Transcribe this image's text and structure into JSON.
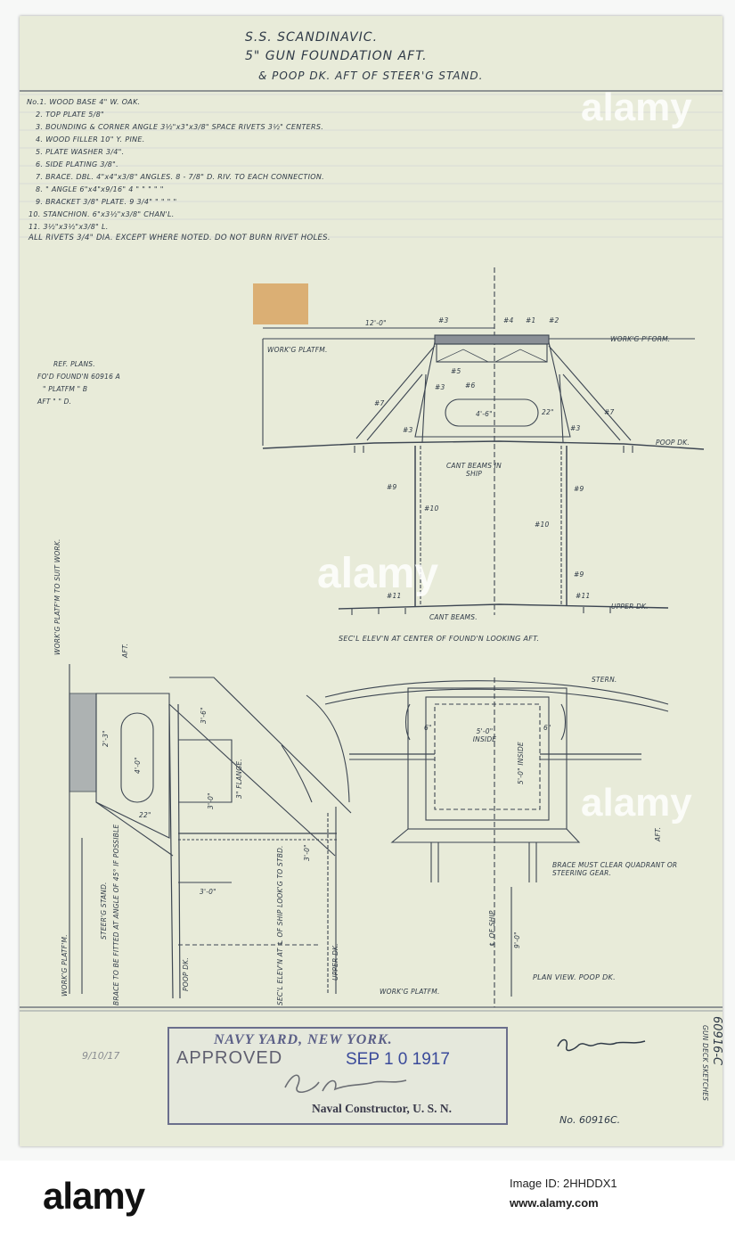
{
  "title": {
    "line1": "S.S. SCANDINAVIC.",
    "line2": "5\" GUN FOUNDATION AFT.",
    "line3": "& POOP DK. AFT OF STEER'G STAND."
  },
  "notes": [
    "No.1. WOOD BASE 4\" W. OAK.",
    "2. TOP PLATE 5/8\"",
    "3. BOUNDING & CORNER ANGLE 3½\"x3\"x3/8\" SPACE RIVETS 3½\" CENTERS.",
    "4. WOOD FILLER 10\" Y. PINE.",
    "5. PLATE WASHER 3/4\".",
    "6. SIDE PLATING 3/8\".",
    "7. BRACE. DBL. 4\"x4\"x3/8\" ANGLES. 8 - 7/8\" D. RIV. TO EACH CONNECTION.",
    "8. \" ANGLE 6\"x4\"x9/16\"      4   \"   \"   \"   \"   \"",
    "9. BRACKET 3/8\" PLATE.      9   3/4\"   \"   \"   \"   \"",
    "10. STANCHION. 6\"x3½\"x3/8\" CHAN'L.",
    "11. 3½\"x3½\"x3/8\" L."
  ],
  "rivet_note": "ALL RIVETS 3/4\" DIA. EXCEPT WHERE NOTED. DO NOT BURN RIVET HOLES.",
  "ref_plans": {
    "heading": "REF. PLANS.",
    "line1": "FO'D FOUND'N 60916 A",
    "line2": "\"  PLATFM  \"  B",
    "line3": "AFT  \"  \"  D."
  },
  "section_view": {
    "dim_width": "12'-0\"",
    "work_platform_left": "WORK'G PLATFM.",
    "work_platform_right": "WORK'G P'FORM.",
    "poop_deck": "POOP DK.",
    "opening": "4'-6\"",
    "depth": "22\"",
    "cant_beams_ship": "CANT BEAMS IN SHIP",
    "upper_deck": "UPPER DK.",
    "cant_beams": "CANT BEAMS.",
    "caption": "SEC'L ELEV'N AT CENTER OF FOUND'N LOOKING AFT.",
    "marks": {
      "m1": "#1",
      "m2": "#2",
      "m3": "#3",
      "m4": "#4",
      "m5": "#5",
      "m6": "#6",
      "m7": "#7",
      "m9": "#9",
      "m10": "#10",
      "m11": "#11"
    }
  },
  "side_view": {
    "platform_note": "WORK'G PLATF'M TO SUIT WORK.",
    "aft": "AFT.",
    "dim_3_6": "3'-6\"",
    "dim_2_3": "2'-3\"",
    "dim_4_0": "4'-0\"",
    "dim_3_0": "3'-0\"",
    "dim_22": "22\"",
    "flange": "3\" FLANGE.",
    "steerg_stand": "STEER'G STAND.",
    "brace_note": "BRACE TO BE FITTED AT ANGLE OF 45° IF POSSIBLE",
    "work_platform": "WORK'G PLATF'M.",
    "poop_dk": "POOP DK.",
    "sec_elev": "SEC'L ELEV'N AT ℄ OF SHIP LOOK'G TO STBD.",
    "upper_dk": "UPPER DK.",
    "work_platform_bottom": "WORK'G PLATFM."
  },
  "plan_view": {
    "stern": "STERN.",
    "inside_w": "5'-0\" INSIDE",
    "inside_h": "5'-0\" INSIDE",
    "dim_6": "6\"",
    "brace_note": "BRACE MUST CLEAR QUADRANT OR STEERING GEAR.",
    "ship_cl": "℄ OF SHIP",
    "dim_9_0": "9'-0\"",
    "aft": "AFT.",
    "caption": "PLAN VIEW. POOP DK."
  },
  "stamp": {
    "header": "NAVY YARD, NEW YORK.",
    "approved": "APPROVED",
    "date": "SEP 1 0 1917",
    "signature": "S.Fulton",
    "footer": "Naval Constructor, U. S. N."
  },
  "pencil_date": "9/10/17",
  "signature_right": "Chas. Jones",
  "side_ref": "60916-C",
  "side_ref_note": "GUN DECK SKETCHES",
  "drawing_no": "No. 60916C.",
  "watermark": "alamy",
  "footer": {
    "logo": "alamy",
    "image_id": "Image ID: 2HHDDX1",
    "url": "www.alamy.com"
  }
}
